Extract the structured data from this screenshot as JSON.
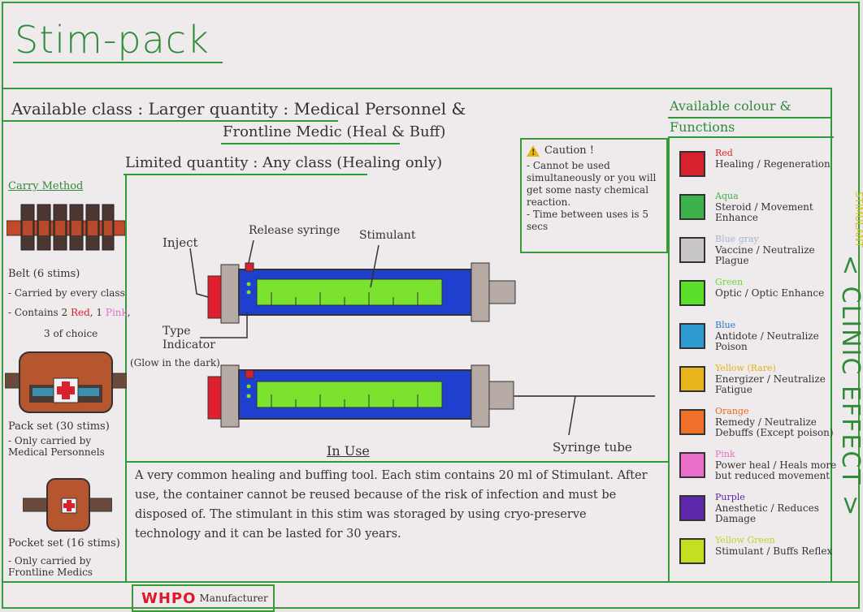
{
  "title": "Stim-pack",
  "available_class": {
    "line1": "Available class : Larger quantity : Medical Personnel &",
    "line2": "Frontline Medic (Heal & Buff)",
    "line3": "Limited quantity : Any class (Healing only)"
  },
  "carry": {
    "title": "Carry Method",
    "belt": {
      "name": "Belt (6 stims)",
      "l1": "- Carried by every class",
      "l2_prefix": "- Contains 2 ",
      "l2_red": "Red",
      "l2_mid": ", 1 ",
      "l2_pink": "Pink",
      "l2_end": ",",
      "l3": "3 of choice"
    },
    "pack": {
      "name": "Pack set (30 stims)",
      "l1": "- Only carried by Medical Personnels"
    },
    "pocket": {
      "name": "Pocket set (16 stims)",
      "l1": "- Only carried by Frontline Medics"
    }
  },
  "caution": {
    "title": "Caution !",
    "item1": "- Cannot be used simultaneously or you will get some nasty chemical reaction.",
    "item2": "- Time between uses is 5 secs"
  },
  "syringe_labels": {
    "inject": "Inject",
    "release": "Release syringe",
    "stimulant": "Stimulant",
    "type_indicator": "Type Indicator",
    "glow": "(Glow in the dark)",
    "syringe_tube": "Syringe tube"
  },
  "in_use": {
    "title": "In Use",
    "text": "A very common healing and buffing tool. Each stim contains 20 ml of Stimulant. After use, the container cannot be reused because of the risk of infection and must be disposed of. The stimulant in this stim was storaged by using cryo-preserve technology and it can be lasted for 30 years."
  },
  "available_colour": {
    "title": "Available colour & Functions",
    "items": [
      {
        "name": "Red",
        "function": "Healing / Regeneration",
        "color": "#d8212f",
        "name_color": "#d8212f"
      },
      {
        "name": "Aqua",
        "function": "Steroid / Movement Enhance",
        "color": "#3bb34a",
        "name_color": "#3bb34a"
      },
      {
        "name": "Blue gray",
        "function": "Vaccine / Neutralize Plague",
        "color": "#c8c6c8",
        "name_color": "#a6b7cf"
      },
      {
        "name": "Green",
        "function": "Optic / Optic Enhance",
        "color": "#5ae02b",
        "name_color": "#6ad83e"
      },
      {
        "name": "Blue",
        "function": "Antidote / Neutralize Poison",
        "color": "#2f9bd3",
        "name_color": "#2a7cc7"
      },
      {
        "name": "Yellow (Rare)",
        "function": "Energizer / Neutralize Fatigue",
        "color": "#e9b51c",
        "name_color": "#e2b21a"
      },
      {
        "name": "Orange",
        "function": "Remedy / Neutralize Debuffs (Except poison)",
        "color": "#f0702a",
        "name_color": "#ea6a22"
      },
      {
        "name": "Pink",
        "function": "Power heal / Heals more but reduced movement",
        "color": "#ea6dc9",
        "name_color": "#e46fc6"
      },
      {
        "name": "Purple",
        "function": "Anesthetic / Reduces Damage",
        "color": "#5c27a8",
        "name_color": "#5a2aa6"
      },
      {
        "name": "Yellow Green",
        "function": "Stimulant / Buffs Reflex",
        "color": "#c4df22",
        "name_color": "#b9d62e"
      }
    ]
  },
  "vertical_brand": "< CLINIC EFFECT >",
  "vertical_small": "STIMULANT",
  "manufacturer": {
    "brand": "WHPO",
    "sub": "Manufacturer"
  }
}
